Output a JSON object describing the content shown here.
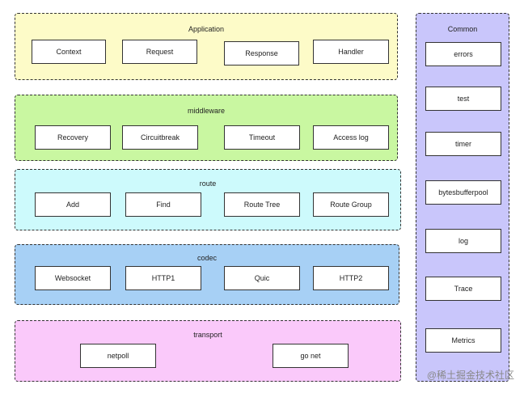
{
  "layers": {
    "application": {
      "title": "Application",
      "items": [
        "Context",
        "Request",
        "Response",
        "Handler"
      ]
    },
    "middleware": {
      "title": "middleware",
      "items": [
        "Recovery",
        "Circuitbreak",
        "Timeout",
        "Access log"
      ]
    },
    "route": {
      "title": "route",
      "items": [
        "Add",
        "Find",
        "Route Tree",
        "Route Group"
      ]
    },
    "codec": {
      "title": "codec",
      "items": [
        "Websocket",
        "HTTP1",
        "Quic",
        "HTTP2"
      ]
    },
    "transport": {
      "title": "transport",
      "items": [
        "netpoll",
        "go net"
      ]
    },
    "common": {
      "title": "Common",
      "items": [
        "errors",
        "test",
        "timer",
        "bytesbufferpool",
        "log",
        "Trace",
        "Metrics"
      ]
    }
  },
  "watermark": "@稀土掘金技术社区",
  "colors": {
    "application": "#fdfbc8",
    "middleware": "#c9f7a1",
    "route": "#cdfafc",
    "codec": "#a7d0f5",
    "transport": "#fac9fa",
    "common": "#c9c6fb"
  }
}
